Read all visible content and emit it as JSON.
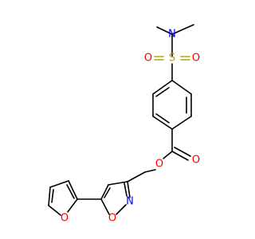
{
  "molecule": {
    "atoms": {
      "sulfonyl_s": "S",
      "sulfonyl_o_left": "O",
      "sulfonyl_o_right": "O",
      "amine_n": "N",
      "ester_o_single": "O",
      "ester_o_double": "O",
      "isoxazole_n": "N",
      "isoxazole_o": "O",
      "furan_o": "O"
    },
    "colors": {
      "carbon_bond": "#000000",
      "oxygen": "#ff0000",
      "nitrogen": "#0000ff",
      "sulfur": "#b8a000"
    }
  }
}
